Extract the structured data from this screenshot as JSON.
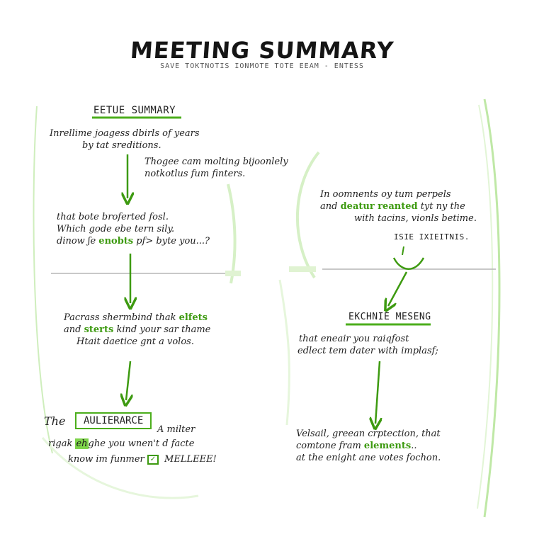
{
  "header": {
    "title": "MEETING SUMMARY",
    "subtitle": "SAVE TOKTNOTIS  IONMOTE TOTE  EEAM - ENTESS"
  },
  "left": {
    "heading": "EETUE SUMMARY",
    "note1": [
      "Inrellime joagess dbirls of years",
      "by tat sreditions."
    ],
    "note2": [
      "Thogee cam molting bijoonlely",
      "notkotlus fum finters."
    ],
    "note3": {
      "line1": "that bote broferted fosl.",
      "line2": "Which gode ebe tern sily.",
      "line3_pre": "dinow ʃe ",
      "line3_hl": "enobts",
      "line3_post": " pf> byte you...?"
    },
    "note4": {
      "l1_pre": "Pacrass shermbind thak ",
      "l1_hl": "elfets",
      "l2_pre": "and ",
      "l2_hl": "sterts",
      "l2_post": " kind your sar thame",
      "l3": "Htait daetice gnt a volos."
    },
    "final": {
      "word": "The",
      "box_label": "AULIERARCE",
      "r1": "A milter",
      "r2_pre": "rigak ",
      "r2_hl": "eh",
      "r2_post": "ghe you wnen't d facte",
      "r3_pre": "know im funmer ",
      "r3_post": " MELLEEE!",
      "check_glyph": "✓"
    }
  },
  "right": {
    "note1": {
      "l1": "In oomnents oy tum perpels",
      "l2_pre": "and ",
      "l2_hl": "deatur reanted",
      "l2_post": " tyt ny the",
      "l3": "with tacins, vionls betime."
    },
    "label": "ISIE IXIEITNIS.",
    "heading": "EKCHNIE MESENG",
    "note2": [
      "that eneair you raiqfost",
      "edlect tem dater with implasf;"
    ],
    "note3": {
      "l1": "Velsail, greean crptection, that",
      "l2_pre": "comtone fram ",
      "l2_hl": "elements",
      "l2_post": "..",
      "l3": "at the enight ane votes fochon."
    }
  },
  "colors": {
    "accent": "#4cae1c",
    "highlight": "#7ed44b",
    "ink": "#1f1f1f",
    "divider": "#b5b5b5"
  }
}
